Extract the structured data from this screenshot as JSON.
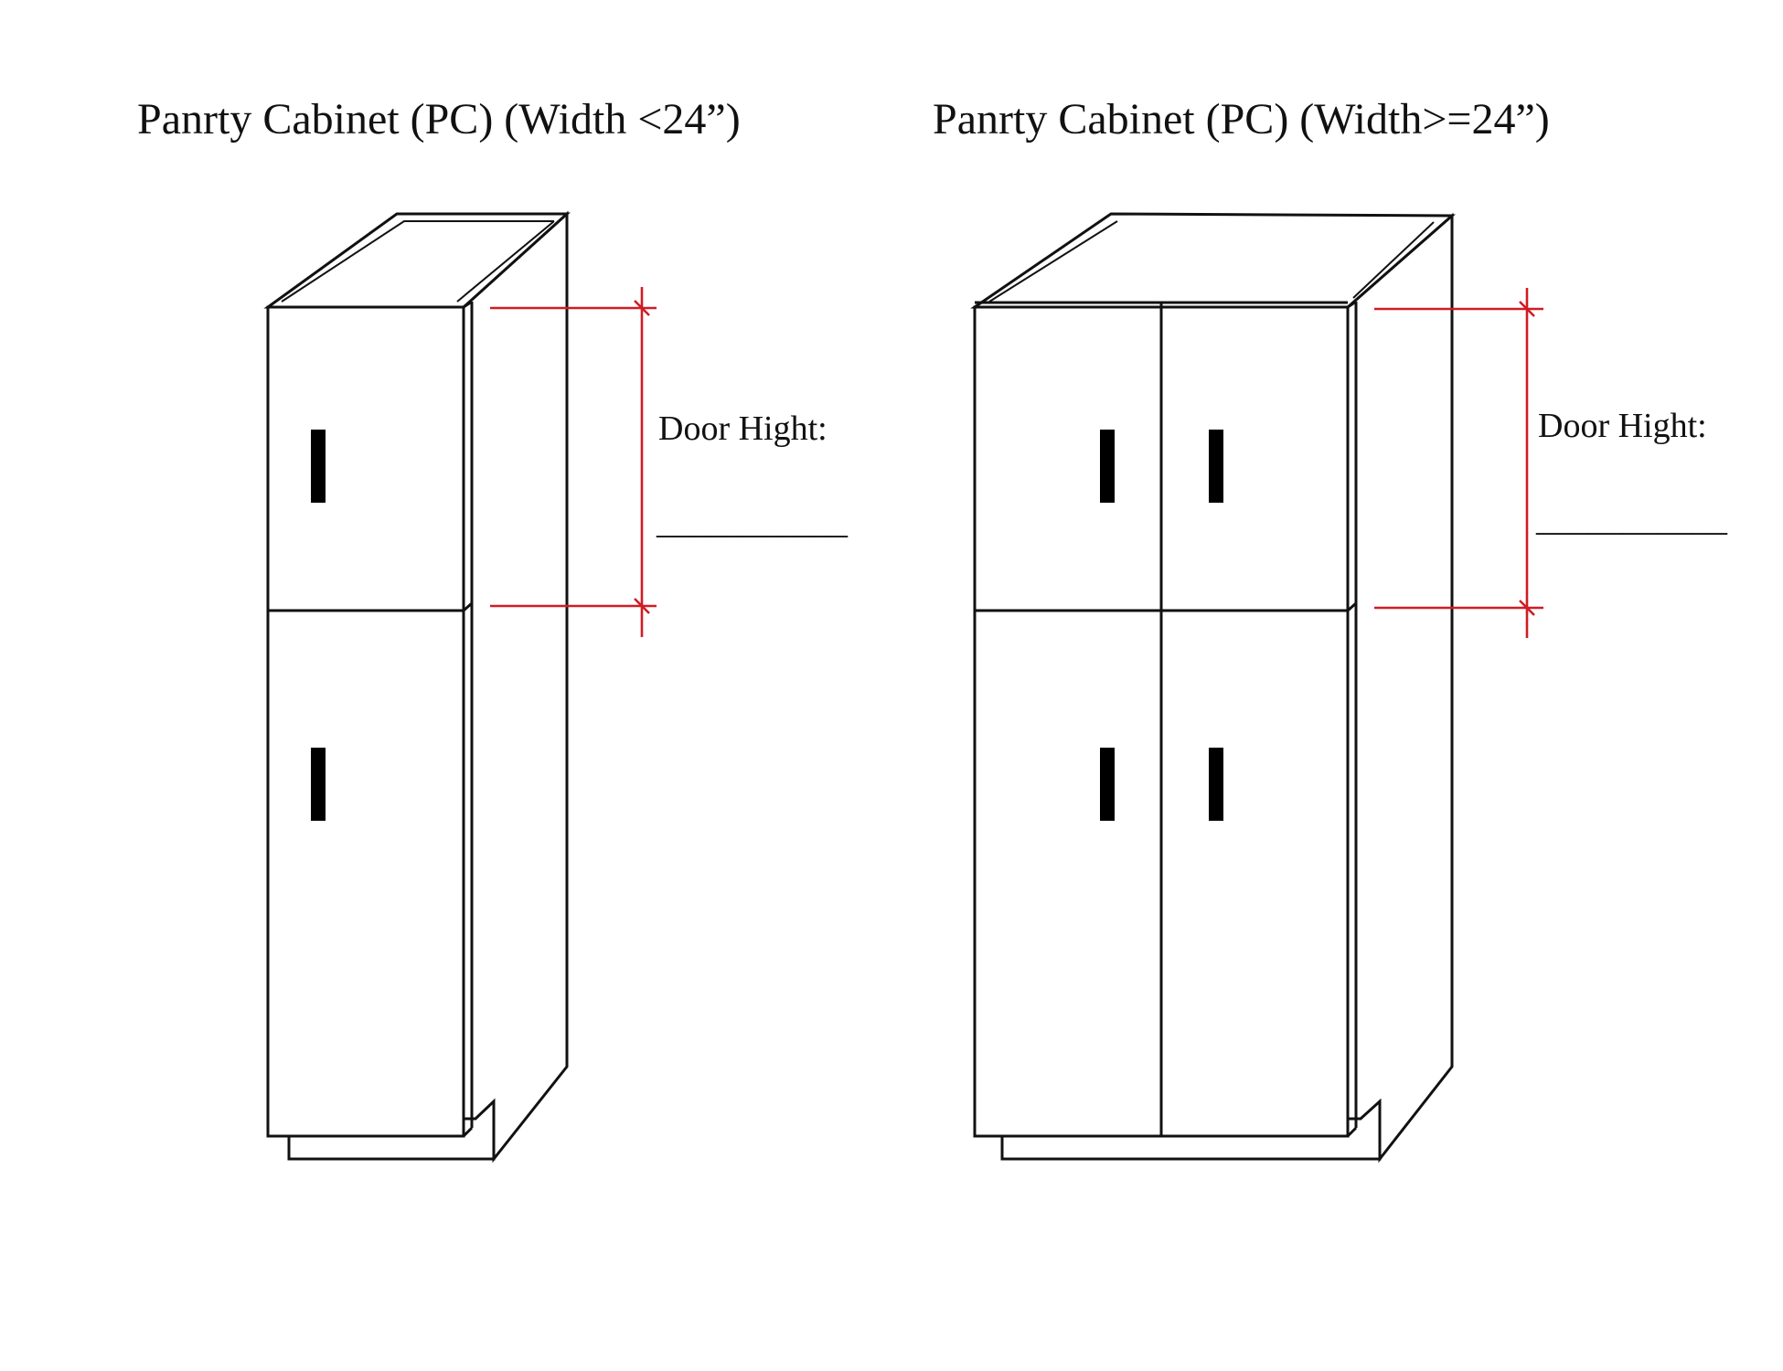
{
  "colors": {
    "outline": "#111111",
    "dimension": "#d01c24",
    "background": "#ffffff"
  },
  "cabinets": [
    {
      "title": "Panrty  Cabinet (PC) (Width <24”)",
      "door_height_label": "Door Hight:",
      "blank_line": "___________",
      "door_columns": 1,
      "door_rows": 2
    },
    {
      "title": "Panrty  Cabinet (PC) (Width>=24”)",
      "door_height_label": "Door Hight:",
      "blank_line": "___________",
      "door_columns": 2,
      "door_rows": 2
    }
  ]
}
